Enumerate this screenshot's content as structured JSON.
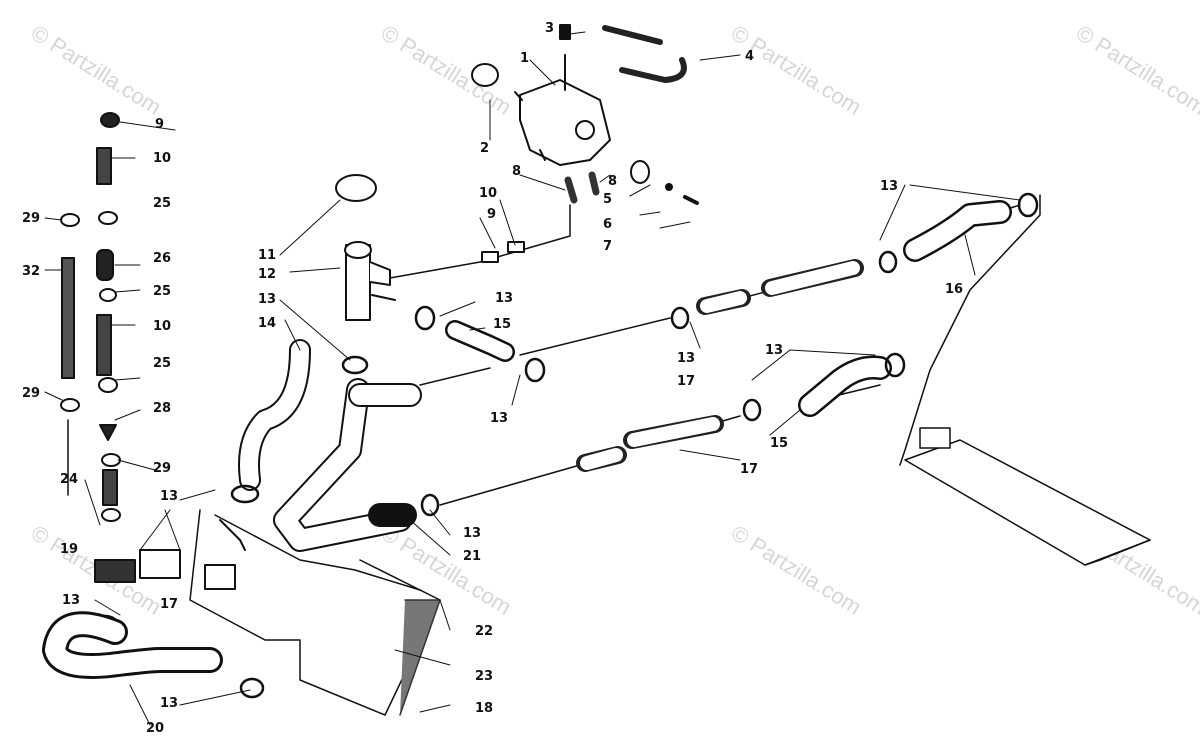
{
  "watermark": "© Partzilla.com",
  "callouts": [
    {
      "id": "c1",
      "text": "1"
    },
    {
      "id": "c2",
      "text": "2"
    },
    {
      "id": "c3",
      "text": "3"
    },
    {
      "id": "c4",
      "text": "4"
    },
    {
      "id": "c5",
      "text": "5"
    },
    {
      "id": "c6",
      "text": "6"
    },
    {
      "id": "c7",
      "text": "7"
    },
    {
      "id": "c8a",
      "text": "8"
    },
    {
      "id": "c8b",
      "text": "8"
    },
    {
      "id": "c9a",
      "text": "9"
    },
    {
      "id": "c9b",
      "text": "9"
    },
    {
      "id": "c10a",
      "text": "10"
    },
    {
      "id": "c10b",
      "text": "10"
    },
    {
      "id": "c10c",
      "text": "10"
    },
    {
      "id": "c11",
      "text": "11"
    },
    {
      "id": "c12",
      "text": "12"
    },
    {
      "id": "c13a",
      "text": "13"
    },
    {
      "id": "c13b",
      "text": "13"
    },
    {
      "id": "c13c",
      "text": "13"
    },
    {
      "id": "c13d",
      "text": "13"
    },
    {
      "id": "c13e",
      "text": "13"
    },
    {
      "id": "c13f",
      "text": "13"
    },
    {
      "id": "c13g",
      "text": "13"
    },
    {
      "id": "c13h",
      "text": "13"
    },
    {
      "id": "c13i",
      "text": "13"
    },
    {
      "id": "c13j",
      "text": "13"
    },
    {
      "id": "c14",
      "text": "14"
    },
    {
      "id": "c15a",
      "text": "15"
    },
    {
      "id": "c15b",
      "text": "15"
    },
    {
      "id": "c16",
      "text": "16"
    },
    {
      "id": "c17a",
      "text": "17"
    },
    {
      "id": "c17b",
      "text": "17"
    },
    {
      "id": "c17c",
      "text": "17"
    },
    {
      "id": "c18",
      "text": "18"
    },
    {
      "id": "c19",
      "text": "19"
    },
    {
      "id": "c20",
      "text": "20"
    },
    {
      "id": "c21",
      "text": "21"
    },
    {
      "id": "c22",
      "text": "22"
    },
    {
      "id": "c23",
      "text": "23"
    },
    {
      "id": "c24",
      "text": "24"
    },
    {
      "id": "c25a",
      "text": "25"
    },
    {
      "id": "c25b",
      "text": "25"
    },
    {
      "id": "c25c",
      "text": "25"
    },
    {
      "id": "c26",
      "text": "26"
    },
    {
      "id": "c28",
      "text": "28"
    },
    {
      "id": "c29a",
      "text": "29"
    },
    {
      "id": "c29b",
      "text": "29"
    },
    {
      "id": "c29c",
      "text": "29"
    },
    {
      "id": "c32",
      "text": "32"
    }
  ]
}
